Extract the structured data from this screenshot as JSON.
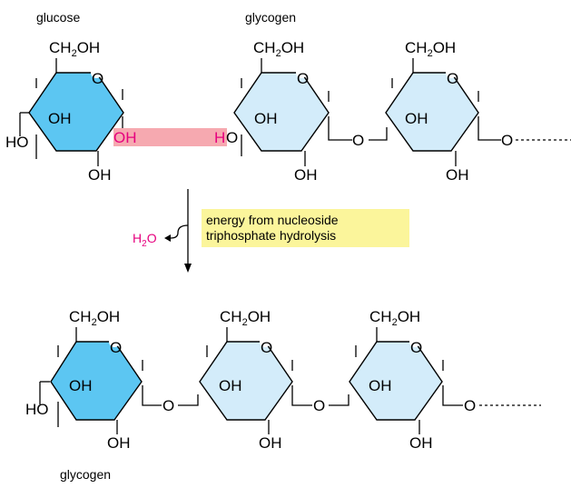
{
  "labels": {
    "glucose": "glucose",
    "glycogen_top": "glycogen",
    "glycogen_bottom": "glycogen"
  },
  "atoms": {
    "ch2oh_prefix": "CH",
    "ch2oh_sub": "2",
    "ch2oh_suffix": "OH",
    "ring_o": "O",
    "oh": "OH",
    "ho": "HO",
    "o": "O",
    "h": "H"
  },
  "reaction": {
    "water_prefix": "H",
    "water_sub": "2",
    "water_suffix": "O",
    "energy_line1": "energy from nucleoside",
    "energy_line2": "triphosphate hydrolysis"
  },
  "colors": {
    "glucose_ring": "#5cc6f2",
    "glycogen_ring": "#d3ecfa",
    "highlight_box": "#f6a9b0",
    "energy_box": "#fbf59b",
    "magenta_text": "#e6007e"
  }
}
